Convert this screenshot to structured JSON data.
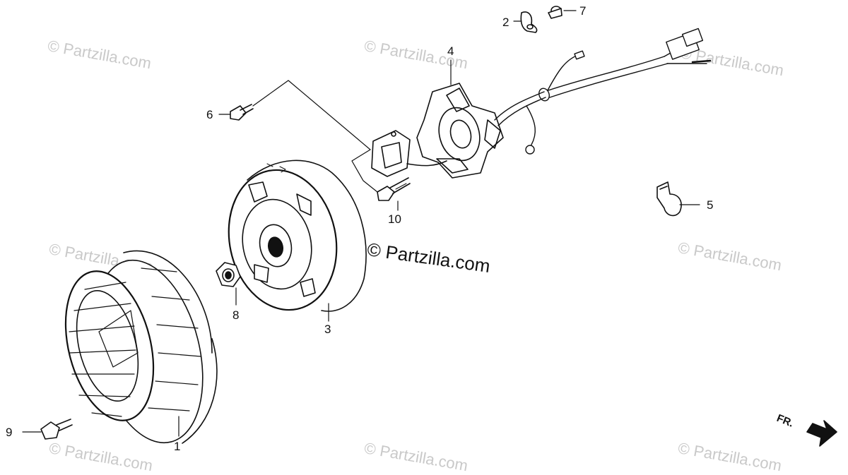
{
  "watermarks": {
    "main": "© Partzilla.com",
    "faint": "© Partzilla.com"
  },
  "callouts": {
    "c1": "1",
    "c2": "2",
    "c3": "3",
    "c4": "4",
    "c5": "5",
    "c6": "6",
    "c7": "7",
    "c8": "8",
    "c9": "9",
    "c10": "10"
  },
  "direction": {
    "label": "FR."
  },
  "colors": {
    "line": "#111111",
    "watermark": "#c9c9c9",
    "background": "#ffffff"
  }
}
